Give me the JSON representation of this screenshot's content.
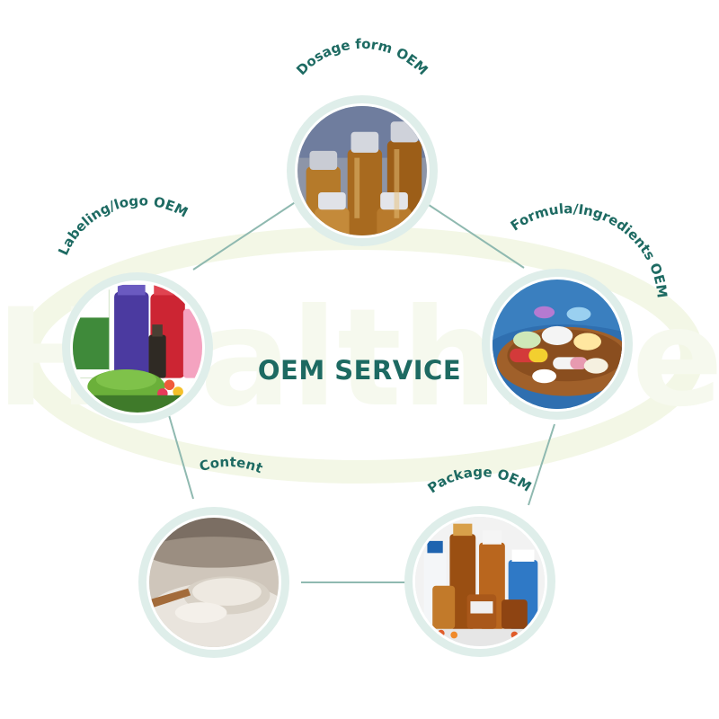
{
  "title": "OEM SERVICE",
  "watermark": "Healthive",
  "nodes": [
    {
      "key": "dosage",
      "label": "Dosage form OEM",
      "image": "medicine-vials-photo"
    },
    {
      "key": "formula",
      "label": "Formula/Ingredients OEM",
      "image": "pills-on-wooden-spoon-photo"
    },
    {
      "key": "package",
      "label": "Package OEM",
      "image": "supplement-bottles-photo"
    },
    {
      "key": "content",
      "label": "Content",
      "image": "powder-on-spoon-photo"
    },
    {
      "key": "labeling",
      "label": "Labeling/logo OEM",
      "image": "branded-supplement-products-photo"
    }
  ],
  "colors": {
    "text": "#1d6a62",
    "ring": "#dfeeea",
    "connector": "#8fb9b0",
    "watermark": "#f1f6df"
  }
}
